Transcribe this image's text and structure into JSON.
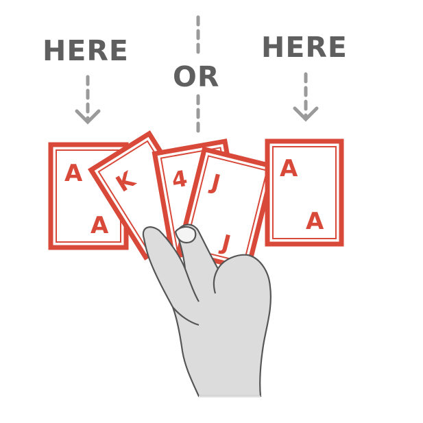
{
  "labels": {
    "left": "HERE",
    "middle": "OR",
    "right": "HERE"
  },
  "cards": {
    "left": {
      "top": "A",
      "bottom": "A"
    },
    "king": {
      "top": "K"
    },
    "four": {
      "top": "4"
    },
    "jack": {
      "top": "J",
      "bottom": "J"
    },
    "right": {
      "top": "A",
      "bottom": "A"
    }
  },
  "colors": {
    "card_red": "#d8493a",
    "label_gray": "#5f5f5f",
    "arrow_gray": "#9a9a9a",
    "hand_fill": "#dcdcdc",
    "hand_outline": "#555555"
  }
}
